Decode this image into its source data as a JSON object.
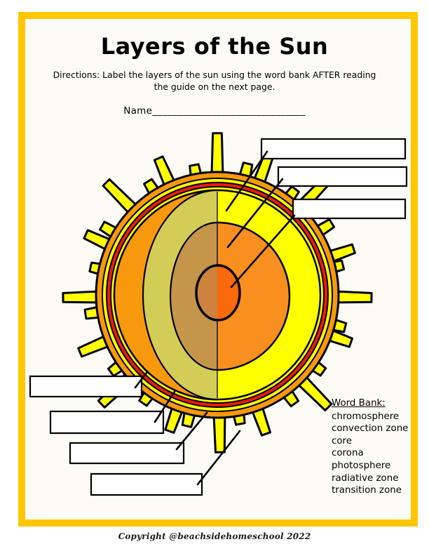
{
  "page": {
    "title": "Layers of the Sun",
    "directions": [
      "Directions: Label the layers of the sun using the word bank AFTER reading",
      "the guide on the next page."
    ],
    "name_label": "Name",
    "name_line": "_______________________________",
    "copyright": "Copyright @beachsidehomeschool 2022"
  },
  "word_bank": {
    "heading": "Word Bank:",
    "items": [
      "chromosphere",
      "convection zone",
      "core",
      "corona",
      "photosphere",
      "radiative zone",
      "transition zone"
    ]
  },
  "diagram": {
    "label_box_values": [
      "",
      "",
      "",
      "",
      "",
      "",
      ""
    ]
  },
  "colors": {
    "border_gold": "#FFC702",
    "ray_yellow": "#FFFF00",
    "ring_orange": "#F8990D",
    "ring_red": "#ED1B0C",
    "disc_yellow": "#FFFF00",
    "left_orange": "#F8990D",
    "convection_olive": "#D3CD58",
    "radiative_tan": "#C59649",
    "radiative_orange": "#F98F1E",
    "core_bright": "#FA6A0D",
    "core_muted": "#CD823E",
    "box_fill": "#FFFFFF"
  }
}
